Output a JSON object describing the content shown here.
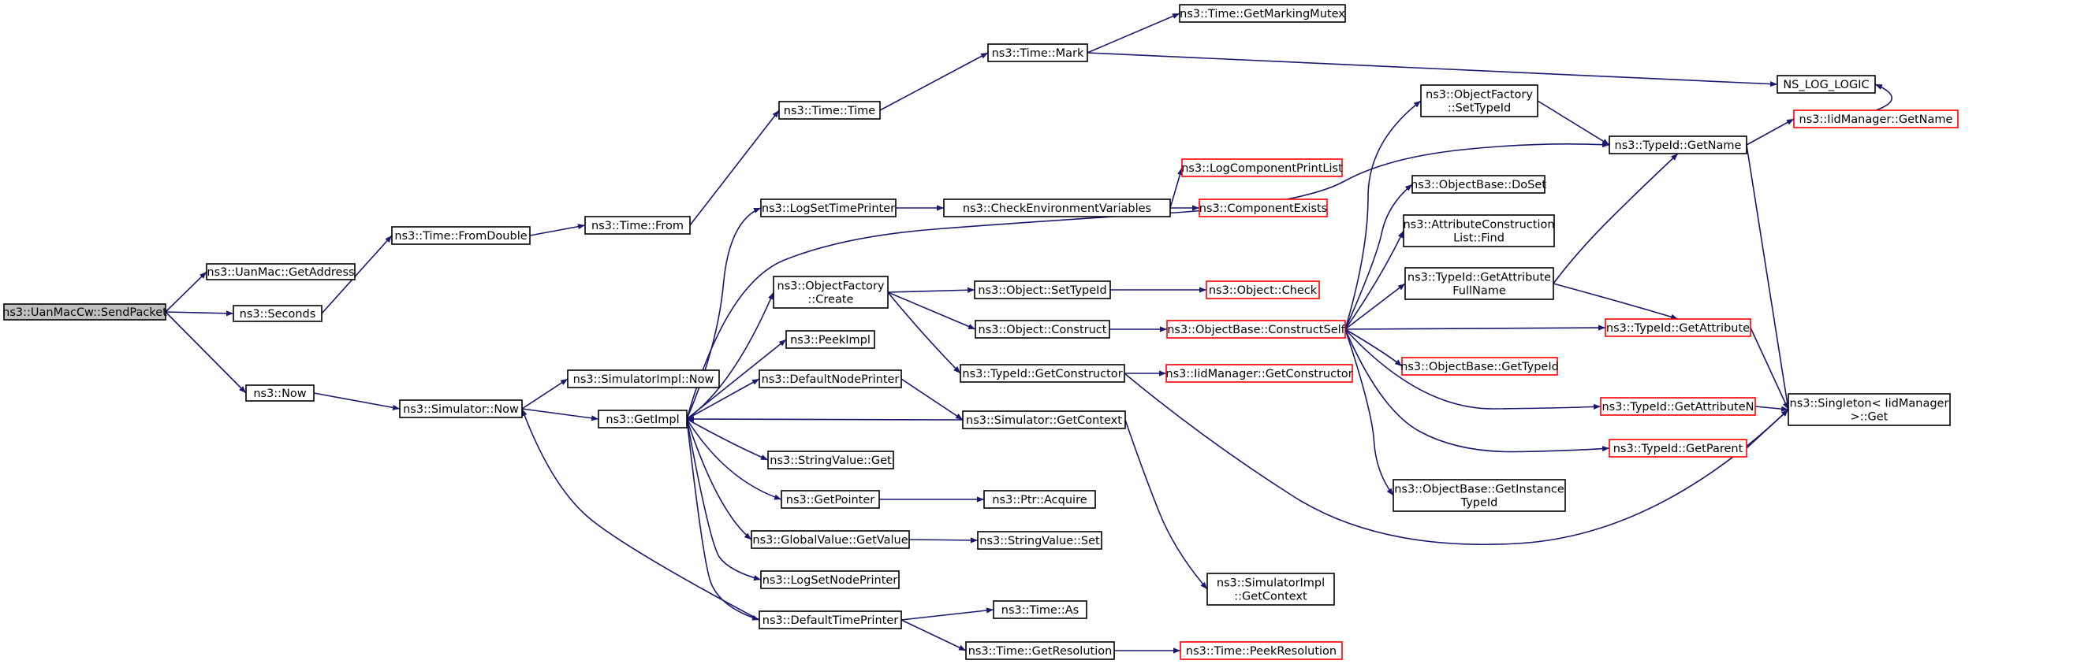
{
  "colors": {
    "edge": "#191970",
    "node_border": "#000000",
    "node_fill": "#ffffff",
    "root_fill": "#bfbfbf",
    "truncated_border": "#ff0000"
  },
  "nodes": [
    {
      "id": "send",
      "lines": [
        "ns3::UanMacCw::SendPacket"
      ],
      "style": "root"
    },
    {
      "id": "getaddr",
      "lines": [
        "ns3::UanMac::GetAddress"
      ],
      "style": "normal"
    },
    {
      "id": "seconds",
      "lines": [
        "ns3::Seconds"
      ],
      "style": "normal"
    },
    {
      "id": "now",
      "lines": [
        "ns3::Now"
      ],
      "style": "normal"
    },
    {
      "id": "fromdouble",
      "lines": [
        "ns3::Time::FromDouble"
      ],
      "style": "normal"
    },
    {
      "id": "from",
      "lines": [
        "ns3::Time::From"
      ],
      "style": "normal"
    },
    {
      "id": "timetime",
      "lines": [
        "ns3::Time::Time"
      ],
      "style": "normal"
    },
    {
      "id": "mark",
      "lines": [
        "ns3::Time::Mark"
      ],
      "style": "normal"
    },
    {
      "id": "markmutex",
      "lines": [
        "ns3::Time::GetMarkingMutex"
      ],
      "style": "normal"
    },
    {
      "id": "nslog",
      "lines": [
        "NS_LOG_LOGIC"
      ],
      "style": "normal"
    },
    {
      "id": "simnow",
      "lines": [
        "ns3::Simulator::Now"
      ],
      "style": "normal"
    },
    {
      "id": "simimplnow",
      "lines": [
        "ns3::SimulatorImpl::Now"
      ],
      "style": "normal"
    },
    {
      "id": "getimpl",
      "lines": [
        "ns3::GetImpl"
      ],
      "style": "normal"
    },
    {
      "id": "logsettp",
      "lines": [
        "ns3::LogSetTimePrinter"
      ],
      "style": "normal"
    },
    {
      "id": "checkenv",
      "lines": [
        "ns3::CheckEnvironmentVariables"
      ],
      "style": "normal"
    },
    {
      "id": "logcomp",
      "lines": [
        "ns3::LogComponentPrintList"
      ],
      "style": "truncated"
    },
    {
      "id": "compexists",
      "lines": [
        "ns3::ComponentExists"
      ],
      "style": "truncated"
    },
    {
      "id": "ofcreate",
      "lines": [
        "ns3::ObjectFactory",
        "::Create"
      ],
      "style": "normal"
    },
    {
      "id": "objsettypeid",
      "lines": [
        "ns3::Object::SetTypeId"
      ],
      "style": "normal"
    },
    {
      "id": "objcheck",
      "lines": [
        "ns3::Object::Check"
      ],
      "style": "truncated"
    },
    {
      "id": "objconstruct",
      "lines": [
        "ns3::Object::Construct"
      ],
      "style": "normal"
    },
    {
      "id": "constructself",
      "lines": [
        "ns3::ObjectBase::ConstructSelf"
      ],
      "style": "truncated"
    },
    {
      "id": "peekimpl",
      "lines": [
        "ns3::PeekImpl"
      ],
      "style": "normal"
    },
    {
      "id": "getconstructor",
      "lines": [
        "ns3::TypeId::GetConstructor"
      ],
      "style": "normal"
    },
    {
      "id": "iidgetconstructor",
      "lines": [
        "ns3::IidManager::GetConstructor"
      ],
      "style": "truncated"
    },
    {
      "id": "defnodeprinter",
      "lines": [
        "ns3::DefaultNodePrinter"
      ],
      "style": "normal"
    },
    {
      "id": "simgetcontext",
      "lines": [
        "ns3::Simulator::GetContext"
      ],
      "style": "normal"
    },
    {
      "id": "strget",
      "lines": [
        "ns3::StringValue::Get"
      ],
      "style": "normal"
    },
    {
      "id": "getpointer",
      "lines": [
        "ns3::GetPointer"
      ],
      "style": "normal"
    },
    {
      "id": "ptracquire",
      "lines": [
        "ns3::Ptr::Acquire"
      ],
      "style": "normal"
    },
    {
      "id": "gvgetvalue",
      "lines": [
        "ns3::GlobalValue::GetValue"
      ],
      "style": "normal"
    },
    {
      "id": "strset",
      "lines": [
        "ns3::StringValue::Set"
      ],
      "style": "normal"
    },
    {
      "id": "logsetnp",
      "lines": [
        "ns3::LogSetNodePrinter"
      ],
      "style": "normal"
    },
    {
      "id": "deftimeprinter",
      "lines": [
        "ns3::DefaultTimePrinter"
      ],
      "style": "normal"
    },
    {
      "id": "timeas",
      "lines": [
        "ns3::Time::As"
      ],
      "style": "normal"
    },
    {
      "id": "getres",
      "lines": [
        "ns3::Time::GetResolution"
      ],
      "style": "normal"
    },
    {
      "id": "peekres",
      "lines": [
        "ns3::Time::PeekResolution"
      ],
      "style": "truncated"
    },
    {
      "id": "simimplctx",
      "lines": [
        "ns3::SimulatorImpl",
        "::GetContext"
      ],
      "style": "normal"
    },
    {
      "id": "ofsettypeid",
      "lines": [
        "ns3::ObjectFactory",
        "::SetTypeId"
      ],
      "style": "normal"
    },
    {
      "id": "doset",
      "lines": [
        "ns3::ObjectBase::DoSet"
      ],
      "style": "normal"
    },
    {
      "id": "acfind",
      "lines": [
        "ns3::AttributeConstruction",
        "List::Find"
      ],
      "style": "normal"
    },
    {
      "id": "getattrfull",
      "lines": [
        "ns3::TypeId::GetAttribute",
        "FullName"
      ],
      "style": "normal"
    },
    {
      "id": "objbasegettypeid",
      "lines": [
        "ns3::ObjectBase::GetTypeId"
      ],
      "style": "truncated"
    },
    {
      "id": "getinsttypeid",
      "lines": [
        "ns3::ObjectBase::GetInstance",
        "TypeId"
      ],
      "style": "normal"
    },
    {
      "id": "typeidgetname",
      "lines": [
        "ns3::TypeId::GetName"
      ],
      "style": "normal"
    },
    {
      "id": "iidgetname",
      "lines": [
        "ns3::IidManager::GetName"
      ],
      "style": "truncated"
    },
    {
      "id": "getattribute",
      "lines": [
        "ns3::TypeId::GetAttribute"
      ],
      "style": "truncated"
    },
    {
      "id": "getattributen",
      "lines": [
        "ns3::TypeId::GetAttributeN"
      ],
      "style": "truncated"
    },
    {
      "id": "getparent",
      "lines": [
        "ns3::TypeId::GetParent"
      ],
      "style": "truncated"
    },
    {
      "id": "singleton",
      "lines": [
        "ns3::Singleton< IidManager",
        " >::Get"
      ],
      "style": "normal"
    }
  ],
  "edges": [
    [
      "send",
      "getaddr"
    ],
    [
      "send",
      "seconds"
    ],
    [
      "send",
      "now"
    ],
    [
      "seconds",
      "fromdouble"
    ],
    [
      "fromdouble",
      "from"
    ],
    [
      "from",
      "timetime"
    ],
    [
      "timetime",
      "mark"
    ],
    [
      "mark",
      "markmutex"
    ],
    [
      "mark",
      "nslog"
    ],
    [
      "now",
      "simnow"
    ],
    [
      "simnow",
      "simimplnow"
    ],
    [
      "simnow",
      "getimpl"
    ],
    [
      "getimpl",
      "logsettp"
    ],
    [
      "getimpl",
      "typeidgetname"
    ],
    [
      "getimpl",
      "ofcreate"
    ],
    [
      "getimpl",
      "peekimpl"
    ],
    [
      "getimpl",
      "defnodeprinter"
    ],
    [
      "getimpl",
      "strget"
    ],
    [
      "getimpl",
      "getpointer"
    ],
    [
      "getimpl",
      "gvgetvalue"
    ],
    [
      "getimpl",
      "logsetnp"
    ],
    [
      "getimpl",
      "deftimeprinter"
    ],
    [
      "logsettp",
      "checkenv"
    ],
    [
      "checkenv",
      "logcomp"
    ],
    [
      "checkenv",
      "compexists"
    ],
    [
      "ofcreate",
      "objsettypeid"
    ],
    [
      "ofcreate",
      "objconstruct"
    ],
    [
      "ofcreate",
      "getconstructor"
    ],
    [
      "objsettypeid",
      "objcheck"
    ],
    [
      "objconstruct",
      "constructself"
    ],
    [
      "getconstructor",
      "iidgetconstructor"
    ],
    [
      "getconstructor",
      "singleton"
    ],
    [
      "defnodeprinter",
      "simgetcontext"
    ],
    [
      "simgetcontext",
      "getimpl"
    ],
    [
      "simgetcontext",
      "simimplctx"
    ],
    [
      "getpointer",
      "ptracquire"
    ],
    [
      "gvgetvalue",
      "strset"
    ],
    [
      "deftimeprinter",
      "simnow"
    ],
    [
      "deftimeprinter",
      "timeas"
    ],
    [
      "deftimeprinter",
      "getres"
    ],
    [
      "getres",
      "peekres"
    ],
    [
      "constructself",
      "ofsettypeid"
    ],
    [
      "constructself",
      "doset"
    ],
    [
      "constructself",
      "acfind"
    ],
    [
      "constructself",
      "getattrfull"
    ],
    [
      "constructself",
      "getattribute"
    ],
    [
      "constructself",
      "objbasegettypeid"
    ],
    [
      "constructself",
      "getattributen"
    ],
    [
      "constructself",
      "getparent"
    ],
    [
      "constructself",
      "getinsttypeid"
    ],
    [
      "ofsettypeid",
      "typeidgetname"
    ],
    [
      "getattrfull",
      "typeidgetname"
    ],
    [
      "getattrfull",
      "getattribute"
    ],
    [
      "typeidgetname",
      "iidgetname"
    ],
    [
      "typeidgetname",
      "singleton"
    ],
    [
      "iidgetname",
      "nslog"
    ],
    [
      "getattribute",
      "singleton"
    ],
    [
      "getattributen",
      "singleton"
    ],
    [
      "getparent",
      "singleton"
    ]
  ]
}
